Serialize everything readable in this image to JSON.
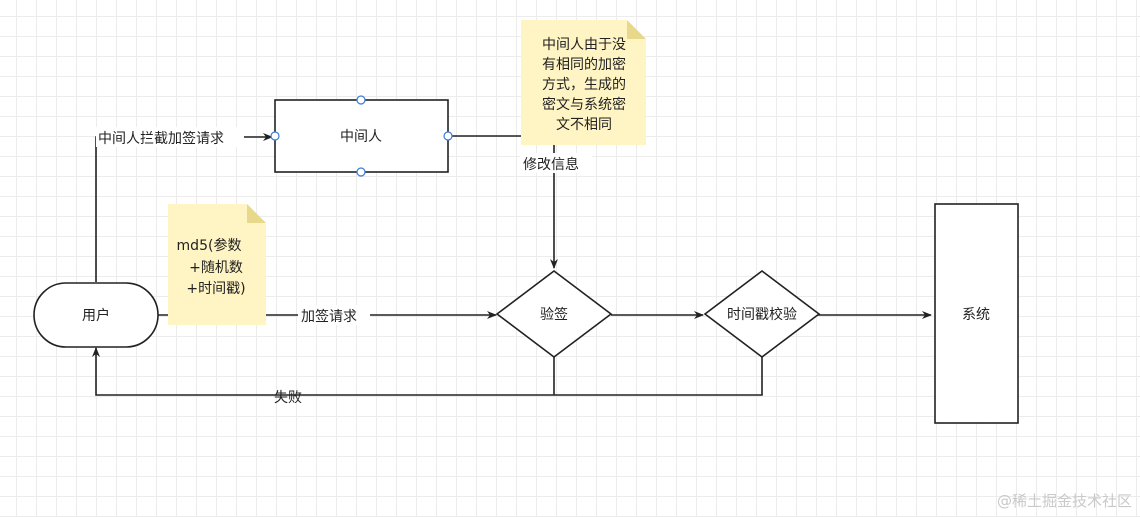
{
  "nodes": {
    "user": "用户",
    "middleman": "中间人",
    "verify_sign": "验签",
    "timestamp_check": "时间戳校验",
    "system": "系统"
  },
  "edge_labels": {
    "intercept": "中间人拦截加签请求",
    "modify": "修改信息",
    "sign_request": "加签请求",
    "fail": "失败"
  },
  "notes": {
    "md5": [
      "md5(参数",
      "+随机数",
      "+时间戳)"
    ],
    "middleman_note": [
      "中间人由于没",
      "有相同的加密",
      "方式，生成的",
      "密文与系统密",
      "文不相同"
    ]
  },
  "watermark": "@稀土掘金技术社区",
  "colors": {
    "stroke": "#222222",
    "note_fill": "#fff4c3",
    "note_fold": "#e8d88c",
    "handle_stroke": "#3a7bd5",
    "grid": "#ececec"
  }
}
